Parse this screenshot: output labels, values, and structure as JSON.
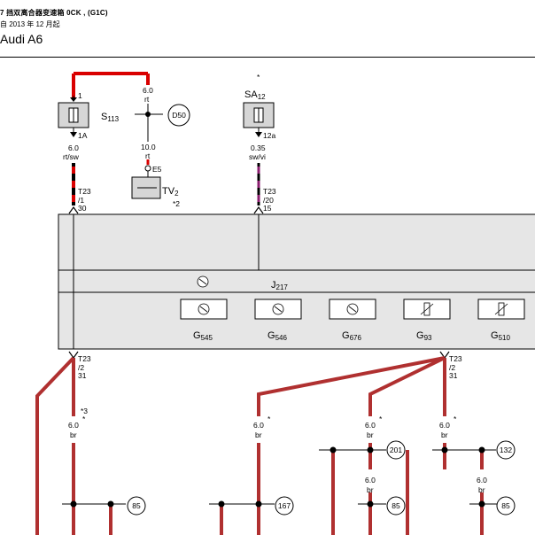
{
  "header": {
    "line1": "7 挡双离合器变速箱 0CK , (G1C)",
    "line2": "自 2013 年 12 月起",
    "model": "Audi A6"
  },
  "colors": {
    "red_wire": "#d90000",
    "violet_stripe": "#8a1e6e",
    "brown_wire": "#b03030",
    "module_fill": "#e6e6e6",
    "fuse_fill": "#d6d6d6"
  },
  "fuse_s113": {
    "pin_top": "1",
    "pin_bottom": "1A",
    "name": {
      "main": "S",
      "sub": "113"
    },
    "wire_out": {
      "size": "6.0",
      "color": "rt/sw"
    }
  },
  "feed_d50": {
    "wire_in": {
      "size": "6.0",
      "color": "rt"
    },
    "ref": "D50",
    "wire_out": {
      "size": "10.0",
      "color": "rt"
    },
    "pin": "E5"
  },
  "unit_tv2": {
    "name": {
      "main": "TV",
      "sub": "2"
    },
    "note": "*2"
  },
  "fuse_sa12": {
    "note": "*",
    "name": {
      "main": "SA",
      "sub": "12"
    },
    "pin_bottom": "12a",
    "wire_out": {
      "size": "0.35",
      "color": "sw/vi"
    }
  },
  "connectors_top": [
    {
      "id": "T23",
      "pos": "/1",
      "pin": "30"
    },
    {
      "id": "T23",
      "pos": "/20",
      "pin": "15"
    }
  ],
  "module": {
    "name": {
      "main": "J",
      "sub": "217"
    }
  },
  "sensors": [
    {
      "main": "G",
      "sub": "545",
      "symbol": "speed"
    },
    {
      "main": "G",
      "sub": "546",
      "symbol": "speed"
    },
    {
      "main": "G",
      "sub": "676",
      "symbol": "speed"
    },
    {
      "main": "G",
      "sub": "93",
      "symbol": "temp"
    },
    {
      "main": "G",
      "sub": "510",
      "symbol": "temp"
    }
  ],
  "connectors_bottom": [
    {
      "id": "T23",
      "pos": "/2",
      "pin": "31"
    },
    {
      "id": "T23",
      "pos": "/2",
      "pin": "31"
    }
  ],
  "ground_wires": [
    {
      "size": "6.0",
      "color": "br",
      "note": "*3",
      "note2": "*"
    },
    {
      "size": "6.0",
      "color": "br",
      "note": "*"
    },
    {
      "size": "6.0",
      "color": "br",
      "note": "*"
    },
    {
      "size": "6.0",
      "color": "br",
      "note": "*"
    },
    {
      "size": "6.0",
      "color": "br"
    },
    {
      "size": "6.0",
      "color": "br"
    }
  ],
  "refs": [
    "201",
    "132",
    "85",
    "167",
    "85",
    "85"
  ]
}
